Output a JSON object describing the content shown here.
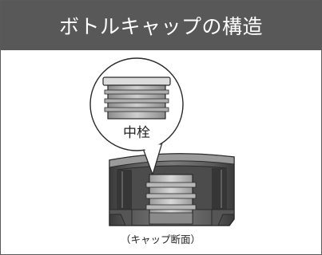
{
  "title": "ボトルキャップの構造",
  "bubble_label": "中栓",
  "caption": "（キャップ断面）",
  "colors": {
    "title_bg": "#585858",
    "title_text": "#ffffff",
    "cap_dark": "#3f3f3f",
    "cap_mid": "#6d6d6d",
    "cap_light": "#a7a7a7",
    "plug_light": "#d2d2d2"
  }
}
